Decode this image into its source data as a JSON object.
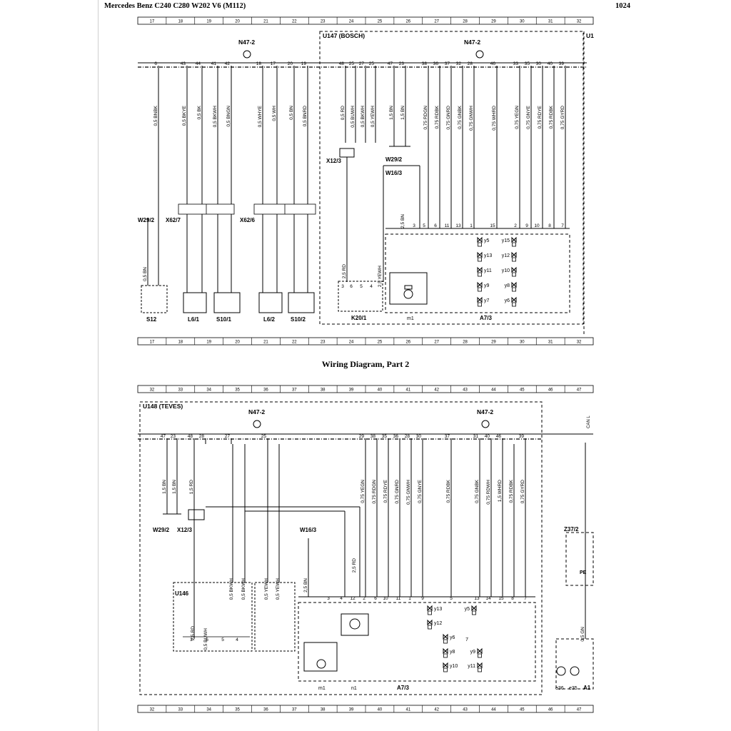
{
  "header": {
    "title": "Mercedes Benz C240 C280 W202 V6 (M112)",
    "page": "1024"
  },
  "part1": {
    "grid": [
      "17",
      "18",
      "19",
      "20",
      "21",
      "22",
      "23",
      "24",
      "25",
      "26",
      "27",
      "28",
      "29",
      "30",
      "31",
      "32"
    ],
    "modules": [
      {
        "label": "U147 (BOSCH)"
      },
      {
        "label": "U1"
      }
    ],
    "labels": {
      "n47_left": "N47-2",
      "n47_right": "N47-2",
      "x12": "X12/3",
      "w29_inner": "W29/2",
      "w16": "W16/3",
      "w29_left": "W29/2",
      "x62_7": "X62/7",
      "x62_6": "X62/6",
      "s12": "S12",
      "l6_1": "L6/1",
      "s10_1": "S10/1",
      "l6_2": "L6/2",
      "s10_2": "S10/2",
      "k20": "K20/1",
      "m1": "m1",
      "a7": "A7/3"
    },
    "pins_left": [
      "6",
      "43",
      "44",
      "41",
      "42",
      "18",
      "17",
      "20",
      "19"
    ],
    "pins_center": [
      "48",
      "25",
      "27",
      "25",
      "47",
      "23"
    ],
    "pins_right": [
      "38",
      "36",
      "37",
      "32",
      "28",
      "46",
      "33",
      "35",
      "30",
      "40",
      "39"
    ],
    "wires": [
      "0,5 BNBK",
      "0,5 BKYE",
      "0,5 BK",
      "0,5 BKWH",
      "0,5 BNGN",
      "0,5 WHYE",
      "0,5 WH",
      "0,5 BN",
      "0,5 BNRD",
      "0,5 RD",
      "0,5 BUWH",
      "0,5 BKWH",
      "0,5 YEWH",
      "1,5 BN",
      "1,5 BN",
      "0,75 RDGN",
      "0,75 RDBK",
      "0,75 GNRD",
      "0,75 GNBK",
      "0,75 GNWH",
      "0,75 WHRD",
      "0,75 YEGN",
      "0,75 GNYE",
      "0,75 RDYE",
      "0,75 RDBK",
      "0,75 GYRD"
    ],
    "aux_wires": [
      "2,5 BN",
      "2,5 RD",
      "2,5 YEWH",
      "0,5 BN"
    ],
    "valves_left": [
      "y5",
      "y13",
      "y11",
      "y9",
      "y7"
    ],
    "valves_right": [
      "y15",
      "y12",
      "y10",
      "y8",
      "y6"
    ],
    "a7_pins": [
      "3",
      "5",
      "6",
      "11",
      "13",
      "1",
      "15",
      "2",
      "9",
      "10",
      "8",
      "7"
    ],
    "k20_pins": [
      "3",
      "6",
      "5",
      "4"
    ]
  },
  "part2": {
    "title": "Wiring Diagram, Part 2",
    "grid": [
      "32",
      "33",
      "34",
      "35",
      "36",
      "37",
      "38",
      "39",
      "40",
      "41",
      "42",
      "43",
      "44",
      "45",
      "46",
      "47"
    ],
    "modules": [
      {
        "label": "U148 (TEVES)"
      }
    ],
    "labels": {
      "n47_left": "N47-2",
      "n47_right": "N47-2",
      "w29": "W29/2",
      "x12": "X12/3",
      "w16": "W16/3",
      "u146": "U146",
      "m1": "m1",
      "n1": "n1",
      "a7": "A7/3",
      "z37": "Z37/2",
      "pe": "PE",
      "e36": "e36",
      "e35": "e35",
      "a1": "A1",
      "can": "CAN L"
    },
    "pins_left": [
      "47",
      "23",
      "48",
      "28",
      "27",
      "25"
    ],
    "pins_right": [
      "29",
      "38",
      "35",
      "36",
      "28",
      "30",
      "37",
      "31",
      "40",
      "46",
      "39"
    ],
    "wires": [
      "1,5 BN",
      "1,5 BN",
      "1,5 RD",
      "0,75 YEGN",
      "0,75 RDGN",
      "0,75 RDYE",
      "0,75 GNRD",
      "0,75 GNWH",
      "0,75 GNYE",
      "0,75 RDBK",
      "0,75 GNBK",
      "0,75 RDWH",
      "1,5 WHRD",
      "0,75 RDBK",
      "0,75 GYRD"
    ],
    "aux_wires": [
      "0,5 BKWH",
      "0,5 BKWH",
      "0,5 YEWH",
      "0,5 YEWH",
      "2,5 BN",
      "2,5 RD",
      "0,5 GN",
      "2,5 RD",
      "0,5 BUWH"
    ],
    "valves_left": [
      "y13",
      "y12",
      "y6",
      "y8",
      "y10"
    ],
    "valves_right": [
      "y5",
      "7",
      "y9",
      "y11"
    ],
    "a7_pins": [
      "3",
      "4",
      "12",
      "2",
      "6",
      "10",
      "11",
      "1",
      "9",
      "5",
      "13",
      "14",
      "15",
      "8",
      "7"
    ],
    "u146_pins": [
      "3",
      "6",
      "5",
      "4"
    ]
  }
}
